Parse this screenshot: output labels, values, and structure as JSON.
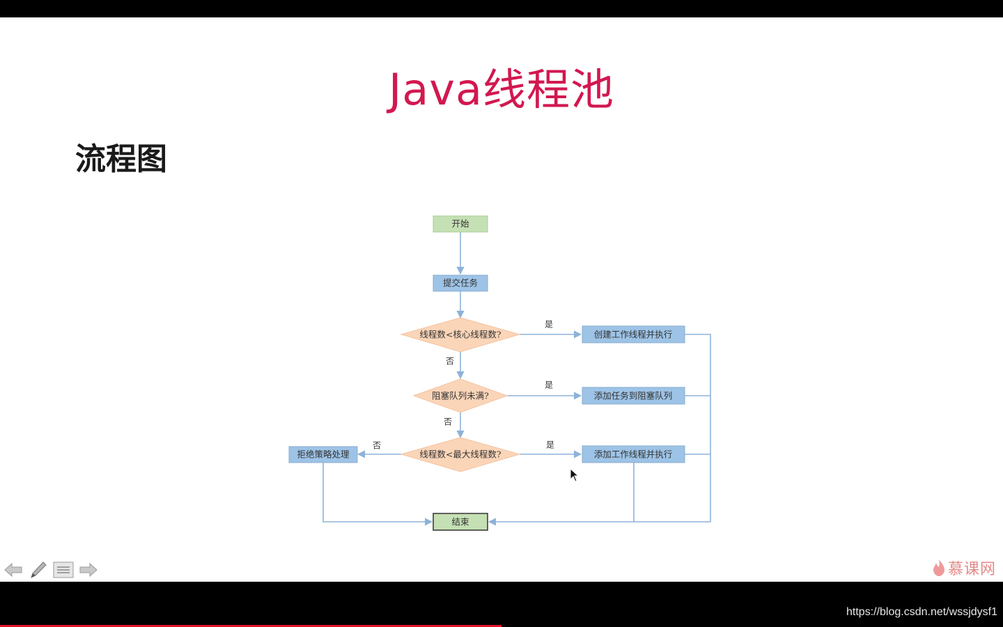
{
  "slide": {
    "title": "Java线程池",
    "subtitle": "流程图"
  },
  "flowchart": {
    "nodes": {
      "start": "开始",
      "submit": "提交任务",
      "q_core": "线程数<核心线程数?",
      "q_queue": "阻塞队列未满?",
      "q_max": "线程数<最大线程数?",
      "create_core": "创建工作线程并执行",
      "add_queue": "添加任务到阻塞队列",
      "create_max": "添加工作线程并执行",
      "reject": "拒绝策略处理",
      "end": "结束"
    },
    "edge_labels": {
      "yes_core": "是",
      "no_core": "否",
      "yes_queue": "是",
      "no_queue": "否",
      "yes_max": "是",
      "no_max": "否"
    }
  },
  "toolbar": {
    "items": [
      "back-arrow-icon",
      "pen-icon",
      "menu-icon",
      "forward-arrow-icon"
    ]
  },
  "branding": {
    "logo_text": "慕课网",
    "watermark": "https://blog.csdn.net/wssjdysf1"
  },
  "player": {
    "progress_fraction": 0.5
  },
  "colors": {
    "title": "#d21850",
    "process_box": "#9dc3e6",
    "terminal_box": "#c5e0b4",
    "decision": "#fbd5b8",
    "connector": "#8eb2d8"
  }
}
